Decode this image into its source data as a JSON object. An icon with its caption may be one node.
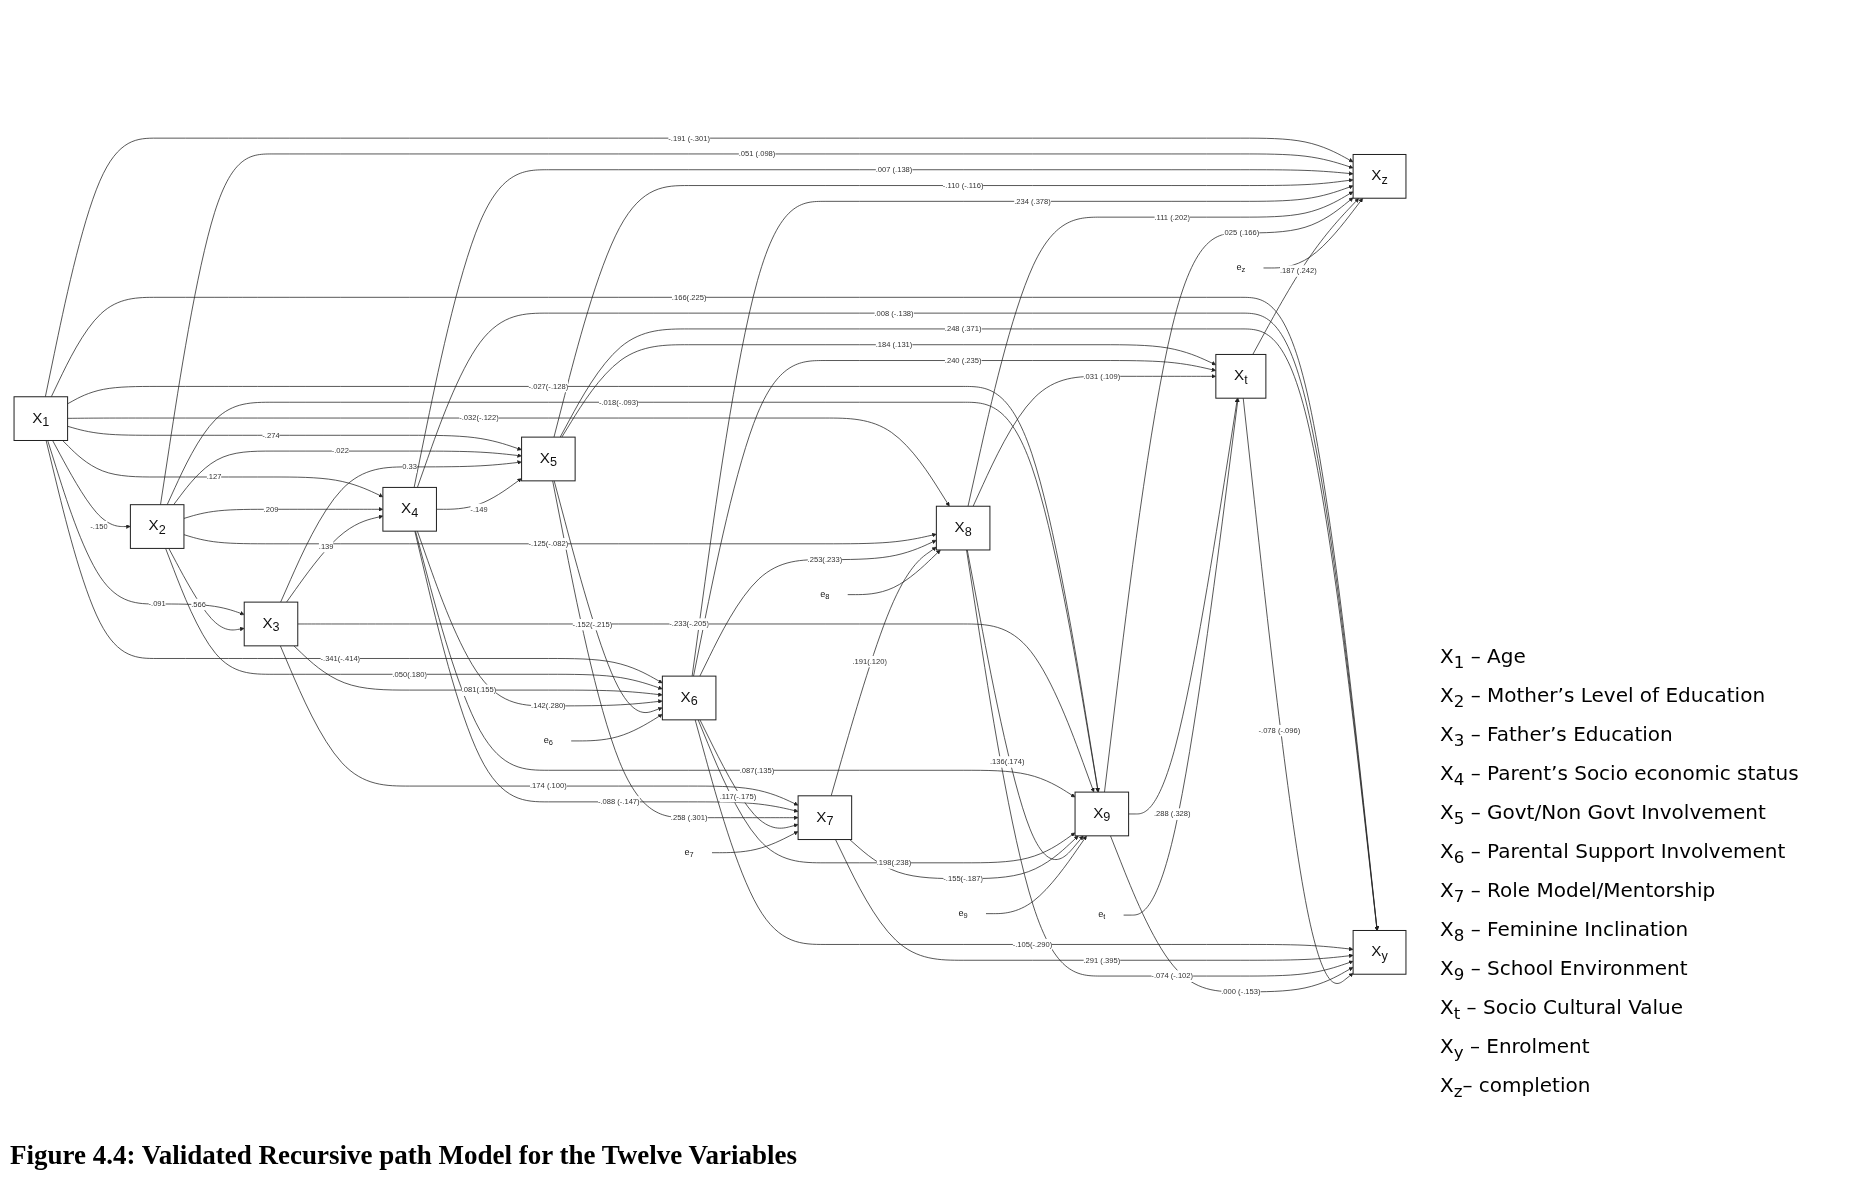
{
  "diagram": {
    "caption": "Figure 4.4:  Validated Recursive path Model for the Twelve Variables",
    "nodes": [
      {
        "text": [
          "X$_{1}$"
        ]
      },
      {
        "text": [
          "X$_{2}$"
        ]
      },
      {
        "text": [
          "X$_{3}$"
        ]
      },
      {
        "text": [
          "X$_{4}$"
        ]
      },
      {
        "text": [
          "X$_{5}$"
        ]
      },
      {
        "text": [
          "X$_{6}$"
        ]
      },
      {
        "text": [
          "X$_{7}$"
        ]
      },
      {
        "text": [
          "X$_{8}$"
        ]
      },
      {
        "text": [
          "X$_{9}$"
        ]
      },
      {
        "text": [
          "X$_{t}$"
        ]
      },
      {
        "text": [
          "X$_{y}$"
        ]
      },
      {
        "text": [
          "X$_{z}$"
        ]
      },
      {
        "text": [
          "e$_{6}$"
        ]
      },
      {
        "text": [
          "e$_{7}$"
        ]
      },
      {
        "text": [
          "e$_{t}$"
        ]
      },
      {
        "text": [
          "e$_{z}$"
        ]
      },
      {
        "text": [
          "e$_{8}$"
        ]
      },
      {
        "text": [
          "e$_{9}$"
        ]
      }
    ],
    "edges": [
      {
        "from": 0,
        "to": 1,
        "arrow": "to",
        "label": "-.150"
      },
      {
        "from": 0,
        "to": 2,
        "arrow": "to",
        "label": "-.091"
      },
      {
        "from": 0,
        "to": 3,
        "arrow": "to",
        "label": ".127"
      },
      {
        "from": 0,
        "to": 4,
        "arrow": "to",
        "label": "-.274"
      },
      {
        "from": 1,
        "to": 2,
        "arrow": "to",
        "label": ".566"
      },
      {
        "from": 1,
        "to": 3,
        "arrow": "to",
        "label": ".209"
      },
      {
        "from": 1,
        "to": 4,
        "arrow": "to",
        "label": "-.022"
      },
      {
        "from": 2,
        "to": 3,
        "arrow": "to",
        "label": ".139"
      },
      {
        "from": 2,
        "to": 4,
        "arrow": "to",
        "label": "0.33"
      },
      {
        "from": 3,
        "to": 4,
        "arrow": "to",
        "label": "-.149"
      },
      {
        "from": 0,
        "to": 11,
        "arrow": "to",
        "label": "-.191 (-.301)"
      },
      {
        "from": 0,
        "to": 5,
        "arrow": "to",
        "label": "-.341(-.414)"
      },
      {
        "from": 0,
        "to": 8,
        "arrow": "to",
        "label": "-.027(-.128)"
      },
      {
        "from": 0,
        "to": 10,
        "arrow": "to",
        "label": ".166(.225)"
      },
      {
        "from": 0,
        "to": 7,
        "arrow": "to",
        "label": "-.032(-.122)"
      },
      {
        "from": 1,
        "to": 5,
        "arrow": "to",
        "label": ".050(.180)"
      },
      {
        "from": 1,
        "to": 7,
        "arrow": "to",
        "label": "-.125(-.082)"
      },
      {
        "from": 1,
        "to": 11,
        "arrow": "to",
        "label": ".051 (.098)"
      },
      {
        "from": 1,
        "to": 8,
        "arrow": "to",
        "label": "-.018(-.093)"
      },
      {
        "from": 2,
        "to": 5,
        "arrow": "to",
        "label": ".081(.155)"
      },
      {
        "from": 2,
        "to": 6,
        "arrow": "to",
        "label": ".174 (.100)"
      },
      {
        "from": 2,
        "to": 8,
        "arrow": "to",
        "label": "-.233(-.205)"
      },
      {
        "from": 3,
        "to": 5,
        "arrow": "to",
        "label": ".142(.280)"
      },
      {
        "from": 3,
        "to": 6,
        "arrow": "to",
        "label": "-.088 (-.147)"
      },
      {
        "from": 3,
        "to": 10,
        "arrow": "to",
        "label": ".008 (-.138)"
      },
      {
        "from": 3,
        "to": 11,
        "arrow": "to",
        "label": ".007 (.138)"
      },
      {
        "from": 3,
        "to": 8,
        "arrow": "to",
        "label": ".087(.135)"
      },
      {
        "from": 4,
        "to": 5,
        "arrow": "to",
        "label": "-.152(-.215)"
      },
      {
        "from": 4,
        "to": 6,
        "arrow": "to",
        "label": ".258 (.301)"
      },
      {
        "from": 4,
        "to": 10,
        "arrow": "to",
        "label": ".248 (.371)"
      },
      {
        "from": 4,
        "to": 9,
        "arrow": "to",
        "label": ".184 (.131)"
      },
      {
        "from": 4,
        "to": 11,
        "arrow": "to",
        "label": "-.110 (-.116)"
      },
      {
        "from": 12,
        "to": 5,
        "arrow": "to"
      },
      {
        "from": 5,
        "to": 6,
        "arrow": "to",
        "label": ".117(-.175)"
      },
      {
        "from": 5,
        "to": 7,
        "arrow": "to",
        "label": ".253(.233)"
      },
      {
        "from": 5,
        "to": 8,
        "arrow": "to",
        "label": ".198(.238)"
      },
      {
        "from": 5,
        "to": 11,
        "arrow": "to",
        "label": ".234 (.378)"
      },
      {
        "from": 5,
        "to": 10,
        "arrow": "to",
        "label": "-.105(-.290)"
      },
      {
        "from": 5,
        "to": 9,
        "arrow": "to",
        "label": ".240 (.235)"
      },
      {
        "from": 13,
        "to": 6,
        "arrow": "to"
      },
      {
        "from": 6,
        "to": 7,
        "arrow": "to",
        "label": ".191(.120)"
      },
      {
        "from": 6,
        "to": 8,
        "arrow": "to",
        "label": "-.155(-.187)"
      },
      {
        "from": 6,
        "to": 10,
        "arrow": "to",
        "label": ".291 (.395)"
      },
      {
        "from": 7,
        "to": 9,
        "arrow": "to",
        "label": ".031 (.109)"
      },
      {
        "from": 7,
        "to": 11,
        "arrow": "to",
        "label": ".111 (.202)"
      },
      {
        "from": 7,
        "to": 10,
        "arrow": "to",
        "label": "-.074 (-.102)"
      },
      {
        "from": 7,
        "to": 8,
        "arrow": "to",
        "label": ".136(.174)"
      },
      {
        "from": 16,
        "to": 7,
        "arrow": "to"
      },
      {
        "from": 8,
        "to": 10,
        "arrow": "to",
        "label": ".000 (-.153)"
      },
      {
        "from": 8,
        "to": 9,
        "arrow": "to",
        "label": ".288 (.328)"
      },
      {
        "from": 8,
        "to": 11,
        "arrow": "to",
        "label": ".025 (.166)"
      },
      {
        "from": 17,
        "to": 8,
        "arrow": "to"
      },
      {
        "from": 14,
        "to": 9,
        "arrow": "to"
      },
      {
        "from": 9,
        "to": 11,
        "arrow": "to",
        "label": ".187 (.242)"
      },
      {
        "from": 9,
        "to": 10,
        "arrow": "to",
        "label": "-.078 (-.096)"
      },
      {
        "from": 15,
        "to": 11,
        "arrow": "to"
      }
    ],
    "labels": [
      "X$_{1}$ – Age",
      "X$_{2}$ – Mother’s Level of Education",
      "X$_{3}$ – Father’s Education",
      "X$_{4}$ – Parent’s Socio economic status",
      "X$_{5}$ – Govt/Non Govt Involvement",
      "X$_{6}$ – Parental Support Involvement",
      "X$_{7}$ – Role Model/Mentorship",
      "X$_{8}$ – Feminine Inclination",
      "X$_{9}$ – School Environment",
      "X$_{t}$ – Socio Cultural Value",
      "X$_{y}$ – Enrolment",
      "X$_{z}$– completion"
    ]
  }
}
